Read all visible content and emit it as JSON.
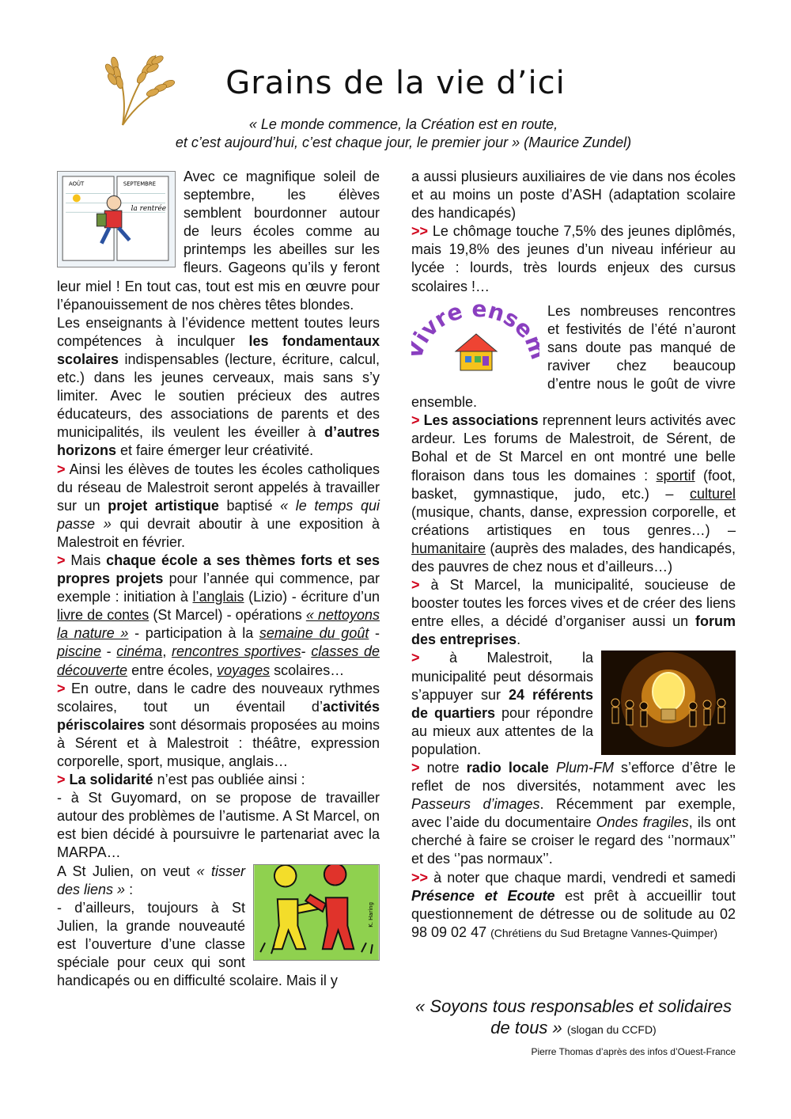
{
  "header": {
    "title": "Grains de la vie d’ici",
    "epigraph_line1": "« Le monde commence, la Création est en route,",
    "epigraph_line2": "et c’est aujourd’hui, c’est chaque jour, le premier jour » (Maurice Zundel)"
  },
  "images": {
    "wheat_icon": "wheat-icon",
    "notebook_labels": [
      "AOÛT",
      "SEPTEMBRE",
      "la rentrée"
    ],
    "vivre_ensemble": "Vivre ensemble",
    "haring_signature": "K. Haring"
  },
  "left": {
    "p1": "Avec ce magnifique soleil de septembre, les élèves semblent bourdonner autour de leurs écoles comme au printemps les abeilles sur les fleurs. Gageons qu’ils y feront leur miel ! En tout cas, tout est mis en œuvre pour l’épanouissement de nos chères têtes blondes.",
    "p2_a": "Les enseignants à l’évidence mettent toutes leurs compétences à inculquer ",
    "p2_b": "les fondamentaux scolaires",
    "p2_c": " indispensables (lecture, écriture, calcul, etc.) dans les jeunes cerveaux, mais sans s’y limiter. Avec le soutien précieux des autres éducateurs, des associations de parents et des municipalités, ils veulent les éveiller à ",
    "p2_d": "d’autres horizons",
    "p2_e": " et faire émerger leur créativité.",
    "p3_a": " Ainsi les élèves de toutes les écoles catholiques du réseau de Malestroit seront appelés à travailler sur un ",
    "p3_b": "projet artistique",
    "p3_c": " baptisé ",
    "p3_d": "« le temps qui passe »",
    "p3_e": " qui devrait aboutir à une exposition à Malestroit en février.",
    "p4_a": " Mais ",
    "p4_b": "chaque école a ses thèmes forts et ses propres projets",
    "p4_c": " pour l’année qui commence, par exemple : initiation à ",
    "p4_d": "l’anglais",
    "p4_e": " (Lizio) - écriture d’un ",
    "p4_f": "livre de contes",
    "p4_g": " (St Marcel) - opérations ",
    "p4_h": "« nettoyons la nature »",
    "p4_i": " - participation à la ",
    "p4_j": "semaine du goût",
    "p4_k": " - ",
    "p4_l": "piscine",
    "p4_m": " - ",
    "p4_n": "cinéma",
    "p4_o": ", ",
    "p4_p": "rencontres sportives",
    "p4_q": "- ",
    "p4_r": "classes de découverte",
    "p4_s": " entre écoles, ",
    "p4_t": "voyages",
    "p4_u": " scolaires…",
    "p5_a": " En outre, dans le cadre des nouveaux rythmes scolaires, tout un éventail d’",
    "p5_b": "activités périscolaires",
    "p5_c": " sont désormais proposées au moins à Sérent et à Malestroit : théâtre, expression corporelle, sport, musique, anglais…",
    "p6_b": "La solidarité",
    "p6_c": " n’est pas oubliée ainsi :",
    "p7": "- à St Guyomard, on se propose de travailler autour des problèmes de l’autisme. A St Marcel, on est bien décidé à poursuivre le partenariat avec la MARPA…",
    "p8_a": "A St Julien, on veut ",
    "p8_b": "« tisser des liens »",
    "p8_c": " :",
    "p9": "- d’ailleurs, toujours à St Julien, la grande nouveauté est l’ouverture d’une classe spéciale pour ceux qui sont handicapés ou en difficulté scolaire. Mais il y"
  },
  "right": {
    "p1": "a aussi plusieurs auxiliaires de vie dans nos écoles et au moins un poste d’ASH (adaptation scolaire des handicapés)",
    "p2": " Le chômage touche 7,5% des jeunes diplômés, mais 19,8% des jeunes d’un niveau inférieur au lycée : lourds, très lourds enjeux des cursus scolaires !…",
    "p3": "Les nombreuses rencontres et festivités de l’été n’auront sans doute pas manqué de raviver chez beaucoup d’entre nous le goût de vivre ensemble.",
    "p4_b": "Les associations",
    "p4_c": " reprennent leurs activités avec ardeur. Les forums de Malestroit, de Sérent, de Bohal  et de St Marcel en ont montré une belle floraison dans tous les domaines : ",
    "p4_d": "sportif",
    "p4_e": " (foot, basket, gymnastique, judo, etc.) – ",
    "p4_f": "culturel",
    "p4_g": " (musique, chants, danse, expression corporelle, et créations artistiques en tous genres…) – ",
    "p4_h": "humanitaire",
    "p4_i": " (auprès des malades, des handicapés, des pauvres de chez nous et d’ailleurs…)",
    "p5_a": " à St Marcel, la municipalité, soucieuse de booster toutes les forces vives et de créer des liens entre elles, a décidé d’organiser aussi un ",
    "p5_b": "forum des entreprises",
    "p5_c": ".",
    "p6_a": " à Malestroit, la municipalité peut désormais s’appuyer sur ",
    "p6_b": "24 référents de quartiers",
    "p6_c": " pour répondre au mieux aux attentes de la population.",
    "p7_a": " notre ",
    "p7_b": "radio locale",
    "p7_c": " ",
    "p7_d": "Plum-FM",
    "p7_e": " s’efforce d’être le reflet de nos diversités, notamment avec les ",
    "p7_f": "Passeurs d’images",
    "p7_g": ". Récemment par exemple, avec l’aide du documentaire ",
    "p7_h": "Ondes fragiles",
    "p7_i": ", ils ont cherché à faire se croiser le regard des ‘’normaux’’ et des ‘’pas normaux’’.",
    "p8_a": " à noter que chaque mardi, vendredi et samedi ",
    "p8_b": "Présence et Ecoute",
    "p8_c": " est prêt à accueillir tout questionnement de détresse ou de solitude au 02 98 09 02 47 ",
    "p8_d": "(Chrétiens du Sud Bretagne Vannes-Quimper)",
    "mark_single": ">",
    "mark_double": ">>"
  },
  "footer": {
    "slogan": "« Soyons tous responsables et solidaires de tous »",
    "slogan_source": "(slogan du CCFD)",
    "credit": "Pierre Thomas d’après des infos d’Ouest-France"
  }
}
